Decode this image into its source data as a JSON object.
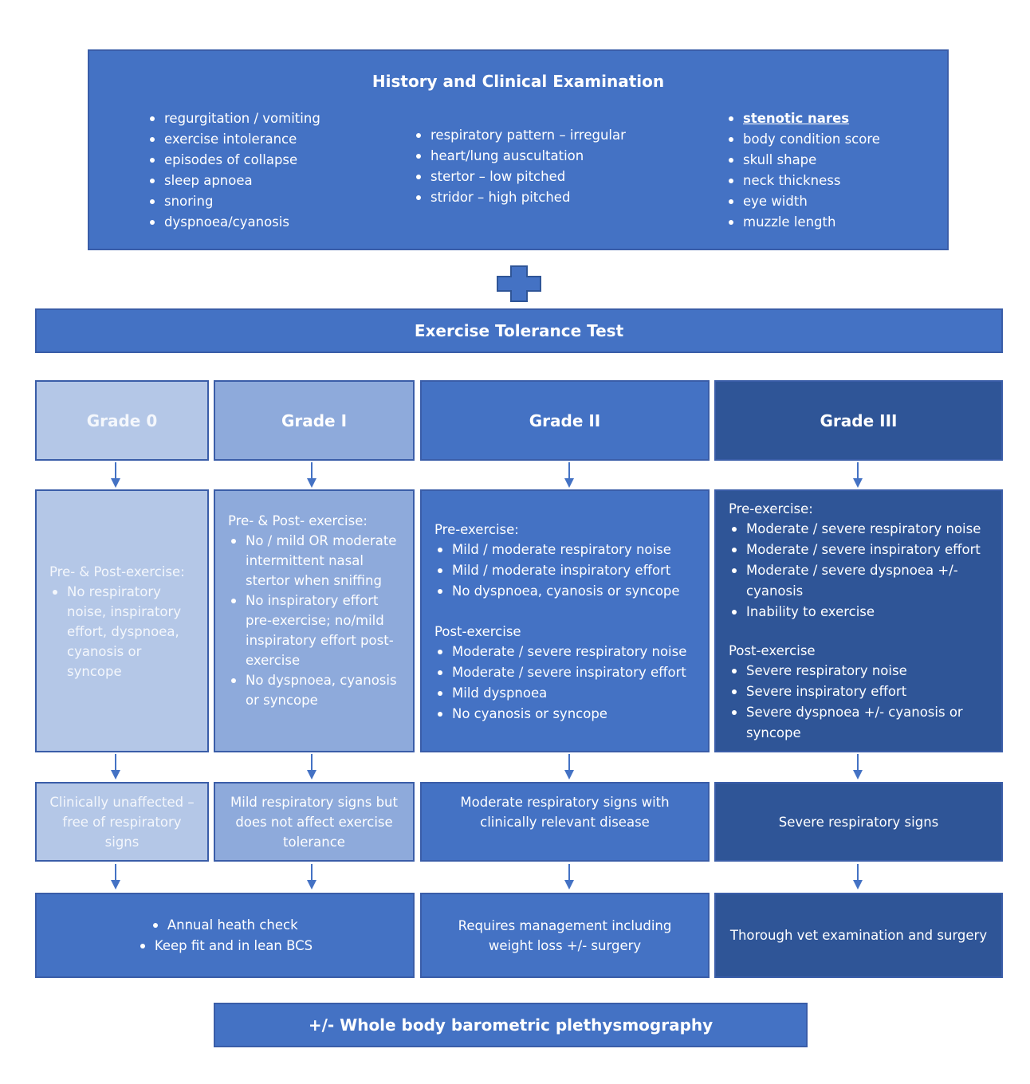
{
  "history": {
    "title": "History and Clinical Examination",
    "col1": [
      "regurgitation / vomiting",
      "exercise intolerance",
      "episodes of collapse",
      "sleep apnoea",
      "snoring",
      "dyspnoea/cyanosis"
    ],
    "col2": [
      "respiratory pattern – irregular",
      "heart/lung auscultation",
      "stertor – low pitched",
      "stridor – high pitched"
    ],
    "col3": [
      "stenotic nares",
      "body condition score",
      "skull shape",
      "neck thickness",
      "eye width",
      "muzzle length"
    ]
  },
  "plus_icon": "plus-icon",
  "exercise_test": {
    "title": "Exercise Tolerance Test"
  },
  "grades": [
    {
      "title": "Grade 0"
    },
    {
      "title": "Grade I"
    },
    {
      "title": "Grade II"
    },
    {
      "title": "Grade III"
    }
  ],
  "details": {
    "g0": {
      "heading": "Pre- & Post-exercise:",
      "items": [
        "No respiratory noise, inspiratory effort, dyspnoea, cyanosis or syncope"
      ]
    },
    "g1": {
      "heading": "Pre- & Post- exercise:",
      "items": [
        "No / mild OR moderate intermittent nasal stertor when sniffing",
        "No inspiratory effort pre-exercise; no/mild inspiratory effort post-exercise",
        "No dyspnoea, cyanosis or syncope"
      ]
    },
    "g2": {
      "pre_heading": "Pre-exercise:",
      "pre_items": [
        "Mild / moderate respiratory noise",
        "Mild / moderate inspiratory effort",
        "No dyspnoea, cyanosis or syncope"
      ],
      "post_heading": "Post-exercise",
      "post_items": [
        "Moderate / severe respiratory noise",
        "Moderate / severe inspiratory effort",
        "Mild dyspnoea",
        "No cyanosis or syncope"
      ]
    },
    "g3": {
      "pre_heading": "Pre-exercise:",
      "pre_items": [
        "Moderate / severe respiratory noise",
        "Moderate / severe inspiratory effort",
        "Moderate / severe dyspnoea +/- cyanosis",
        "Inability to exercise"
      ],
      "post_heading": "Post-exercise",
      "post_items": [
        "Severe respiratory noise",
        "Severe inspiratory effort",
        "Severe dyspnoea +/- cyanosis or syncope"
      ]
    }
  },
  "summaries": [
    "Clinically unaffected – free of respiratory signs",
    "Mild respiratory signs but does not affect exercise tolerance",
    "Moderate respiratory signs with clinically relevant disease",
    "Severe respiratory signs"
  ],
  "management": {
    "g01_items": [
      "Annual heath check",
      "Keep fit and in lean BCS"
    ],
    "g2": "Requires management including weight loss +/- surgery",
    "g3": "Thorough vet examination and surgery"
  },
  "footer": {
    "title": "+/- Whole body barometric plethysmography"
  },
  "colors": {
    "grade0": "#b4c7e7",
    "grade1": "#8eaadb",
    "grade2": "#4472c4",
    "grade3": "#2f5597"
  }
}
